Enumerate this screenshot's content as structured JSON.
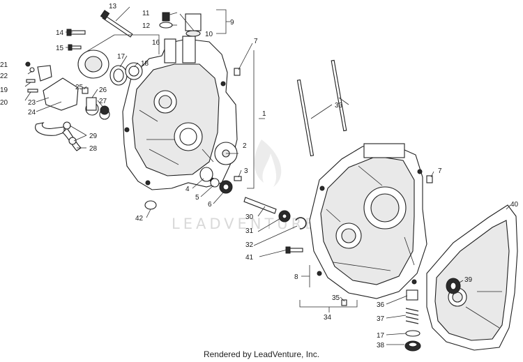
{
  "watermark": "LEADVENTURE",
  "footer": "Rendered by LeadVenture, Inc.",
  "callouts": [
    {
      "n": "1"
    },
    {
      "n": "2"
    },
    {
      "n": "3"
    },
    {
      "n": "4"
    },
    {
      "n": "5"
    },
    {
      "n": "6"
    },
    {
      "n": "7"
    },
    {
      "n": "7"
    },
    {
      "n": "8"
    },
    {
      "n": "9"
    },
    {
      "n": "10"
    },
    {
      "n": "11"
    },
    {
      "n": "12"
    },
    {
      "n": "13"
    },
    {
      "n": "14"
    },
    {
      "n": "15"
    },
    {
      "n": "16"
    },
    {
      "n": "17"
    },
    {
      "n": "17"
    },
    {
      "n": "18"
    },
    {
      "n": "19"
    },
    {
      "n": "20"
    },
    {
      "n": "21"
    },
    {
      "n": "22"
    },
    {
      "n": "23"
    },
    {
      "n": "24"
    },
    {
      "n": "25"
    },
    {
      "n": "26"
    },
    {
      "n": "27"
    },
    {
      "n": "28"
    },
    {
      "n": "29"
    },
    {
      "n": "30"
    },
    {
      "n": "31"
    },
    {
      "n": "32"
    },
    {
      "n": "33"
    },
    {
      "n": "34"
    },
    {
      "n": "35"
    },
    {
      "n": "36"
    },
    {
      "n": "37"
    },
    {
      "n": "38"
    },
    {
      "n": "39"
    },
    {
      "n": "40"
    },
    {
      "n": "41"
    },
    {
      "n": "42"
    }
  ]
}
